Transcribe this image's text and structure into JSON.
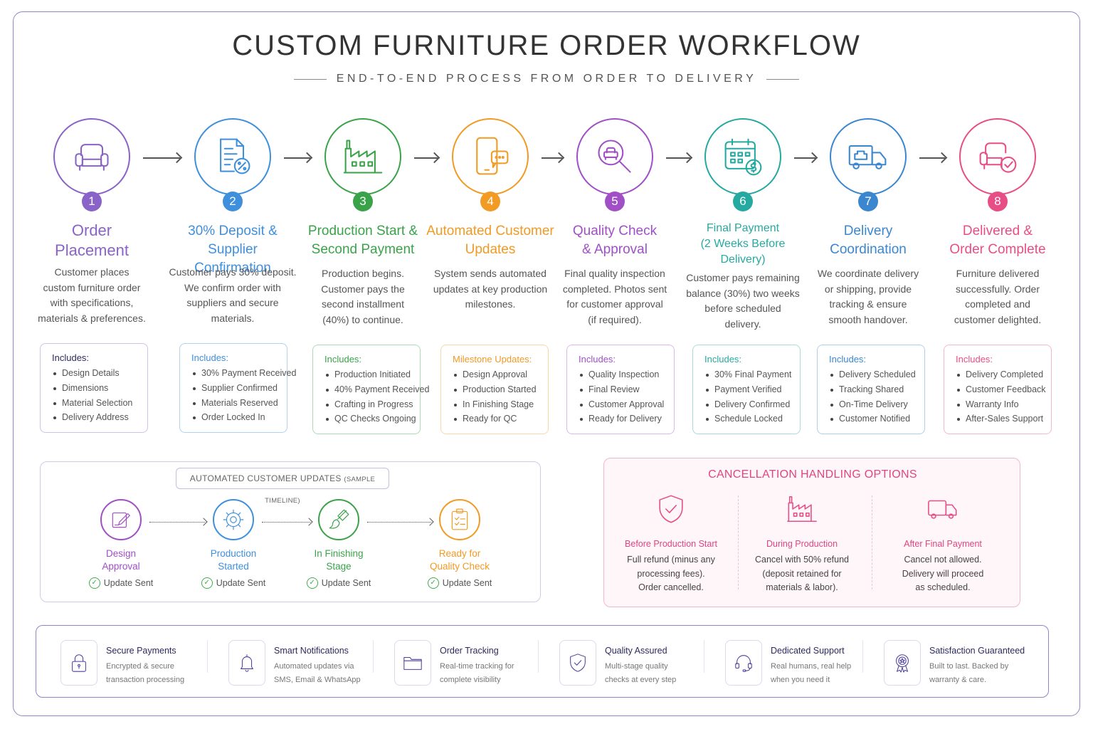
{
  "header": {
    "title": "CUSTOM FURNITURE ORDER WORKFLOW",
    "subtitle": "END-TO-END PROCESS FROM ORDER TO DELIVERY"
  },
  "colors": {
    "purple": "#8a63c9",
    "blue": "#3e8fdc",
    "green": "#3aa34a",
    "orange": "#f19a24",
    "violet": "#a04fc7",
    "teal": "#26a9a0",
    "steel": "#3a87d0",
    "pink": "#e74e86",
    "navy": "#4a3f9c"
  },
  "steps": [
    {
      "number": "1",
      "icon": "armchair-icon",
      "title_lines": [
        "Order",
        "Placement"
      ],
      "desc_lines": [
        "Customer places",
        "custom furniture order",
        "with specifications,",
        "materials & preferences."
      ],
      "includes_head": "Includes:",
      "includes": [
        "Design Details",
        "Dimensions",
        "Material Selection",
        "Delivery Address"
      ]
    },
    {
      "number": "2",
      "icon": "invoice-percent-icon",
      "title_lines": [
        "30% Deposit &",
        "Supplier Confirmation"
      ],
      "desc_lines": [
        "Customer pays 30% deposit.",
        "We confirm order with",
        "suppliers and secure",
        "materials."
      ],
      "includes_head": "Includes:",
      "includes": [
        "30% Payment Received",
        "Supplier Confirmed",
        "Materials Reserved",
        "Order Locked In"
      ]
    },
    {
      "number": "3",
      "icon": "factory-icon",
      "title_lines": [
        "Production Start &",
        "Second Payment"
      ],
      "desc_lines": [
        "Production begins.",
        "Customer pays the",
        "second installment",
        "(40%) to continue."
      ],
      "includes_head": "Includes:",
      "includes": [
        "Production Initiated",
        "40% Payment Received",
        "Crafting in Progress",
        "QC Checks Ongoing"
      ]
    },
    {
      "number": "4",
      "icon": "phone-chat-icon",
      "title_lines": [
        "Automated Customer",
        "Updates"
      ],
      "desc_lines": [
        "System sends automated",
        "updates at key production",
        "milestones."
      ],
      "includes_head": "Milestone Updates:",
      "includes": [
        "Design Approval",
        "Production Started",
        "In Finishing Stage",
        "Ready for QC"
      ]
    },
    {
      "number": "5",
      "icon": "magnifier-chair-icon",
      "title_lines": [
        "Quality Check",
        "& Approval"
      ],
      "desc_lines": [
        "Final quality inspection",
        "completed. Photos sent",
        "for customer approval",
        "(if required)."
      ],
      "includes_head": "Includes:",
      "includes": [
        "Quality Inspection",
        "Final Review",
        "Customer Approval",
        "Ready for Delivery"
      ]
    },
    {
      "number": "6",
      "icon": "calendar-dollar-icon",
      "title_lines": [
        "Final Payment",
        "(2 Weeks Before",
        "Delivery)"
      ],
      "desc_lines": [
        "Customer pays remaining",
        "balance (30%) two weeks",
        "before scheduled",
        "delivery."
      ],
      "includes_head": "Includes:",
      "includes": [
        "30% Final Payment",
        "Payment Verified",
        "Delivery Confirmed",
        "Schedule Locked"
      ]
    },
    {
      "number": "7",
      "icon": "delivery-truck-icon",
      "title_lines": [
        "Delivery",
        "Coordination"
      ],
      "desc_lines": [
        "We coordinate delivery",
        "or shipping, provide",
        "tracking & ensure",
        "smooth handover."
      ],
      "includes_head": "Includes:",
      "includes": [
        "Delivery Scheduled",
        "Tracking Shared",
        "On-Time Delivery",
        "Customer Notified"
      ]
    },
    {
      "number": "8",
      "icon": "armchair-check-icon",
      "title_lines": [
        "Delivered &",
        "Order Complete"
      ],
      "desc_lines": [
        "Furniture delivered",
        "successfully. Order",
        "completed and",
        "customer delighted."
      ],
      "includes_head": "Includes:",
      "includes": [
        "Delivery Completed",
        "Customer Feedback",
        "Warranty Info",
        "After-Sales Support"
      ]
    }
  ],
  "timeline": {
    "label_main": "AUTOMATED CUSTOMER UPDATES",
    "label_small": "(SAMPLE TIMELINE)",
    "items": [
      {
        "name_lines": [
          "Design",
          "Approval"
        ],
        "status": "Update Sent",
        "icon": "edit-pen-icon"
      },
      {
        "name_lines": [
          "Production",
          "Started"
        ],
        "status": "Update Sent",
        "icon": "gear-icon"
      },
      {
        "name_lines": [
          "In Finishing",
          "Stage"
        ],
        "status": "Update Sent",
        "icon": "paint-brush-icon"
      },
      {
        "name_lines": [
          "Ready for",
          "Quality Check"
        ],
        "status": "Update Sent",
        "icon": "clipboard-check-icon"
      }
    ]
  },
  "cancellation": {
    "title": "CANCELLATION HANDLING OPTIONS",
    "options": [
      {
        "name": "Before Production Start",
        "desc_lines": [
          "Full refund (minus any",
          "processing fees).",
          "Order cancelled."
        ],
        "icon": "shield-check-icon"
      },
      {
        "name": "During Production",
        "desc_lines": [
          "Cancel with 50% refund",
          "(deposit retained for",
          "materials & labor)."
        ],
        "icon": "factory-icon"
      },
      {
        "name": "After Final Payment",
        "desc_lines": [
          "Cancel not allowed.",
          "Delivery will proceed",
          "as scheduled."
        ],
        "icon": "truck-icon"
      }
    ]
  },
  "features": [
    {
      "name": "Secure Payments",
      "desc_lines": [
        "Encrypted & secure",
        "transaction processing"
      ],
      "icon": "lock-icon"
    },
    {
      "name": "Smart Notifications",
      "desc_lines": [
        "Automated updates via",
        "SMS, Email & WhatsApp"
      ],
      "icon": "bell-icon"
    },
    {
      "name": "Order Tracking",
      "desc_lines": [
        "Real-time tracking for",
        "complete visibility"
      ],
      "icon": "folder-icon"
    },
    {
      "name": "Quality Assured",
      "desc_lines": [
        "Multi-stage quality",
        "checks at every step"
      ],
      "icon": "shield-check-icon"
    },
    {
      "name": "Dedicated Support",
      "desc_lines": [
        "Real humans, real help",
        "when you need it"
      ],
      "icon": "headset-icon"
    },
    {
      "name": "Satisfaction Guaranteed",
      "desc_lines": [
        "Built to last. Backed by",
        "warranty & care."
      ],
      "icon": "award-ribbon-icon"
    }
  ]
}
